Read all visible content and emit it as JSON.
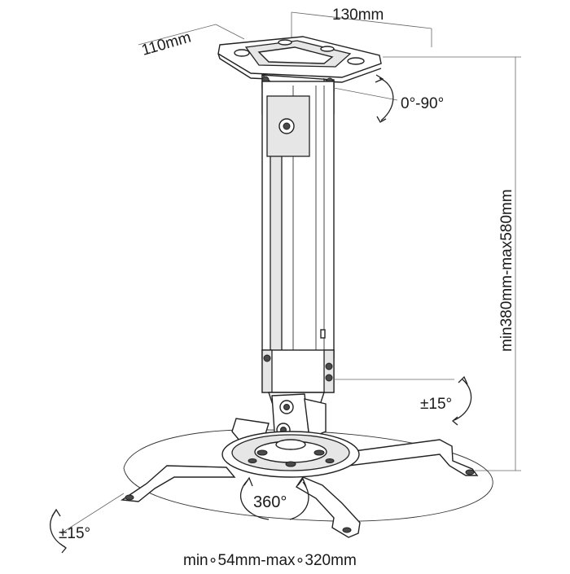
{
  "dimensions": {
    "plate_width": "130mm",
    "plate_depth": "110mm",
    "height_range": "min380mm-max580mm",
    "diameter_range": "min∘54mm-max∘320mm"
  },
  "angles": {
    "top_tilt": "0°-90°",
    "joint_tilt": "±15°",
    "rotation": "360°",
    "base_tilt": "±15°"
  },
  "colors": {
    "line": "#222222",
    "fill_light": "#e6e6e6",
    "fill_dark": "#4a4a4a"
  }
}
